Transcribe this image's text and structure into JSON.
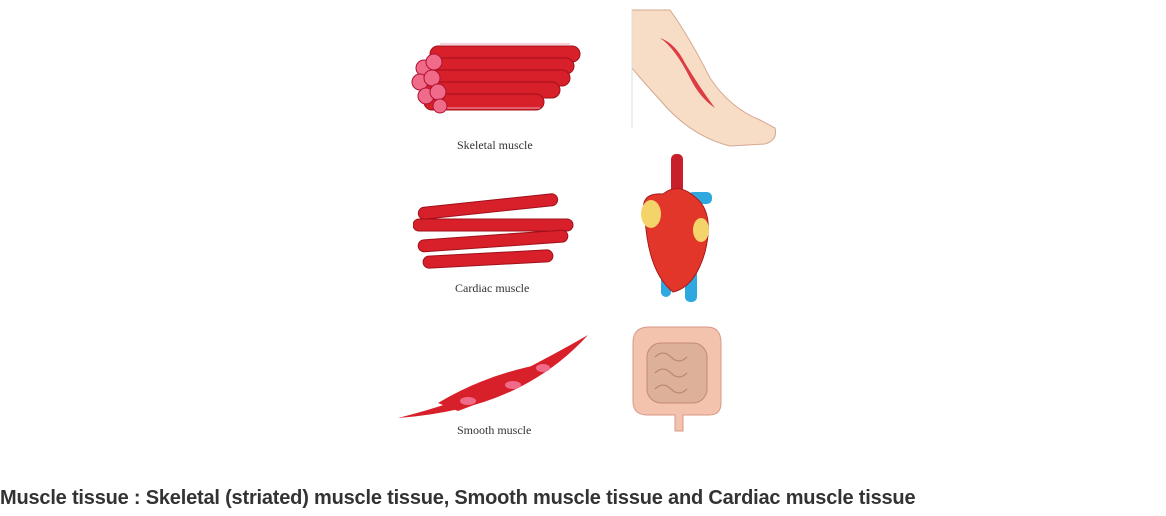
{
  "figure": {
    "panels": [
      {
        "label": "Skeletal muscle",
        "organ_icon": "arm-icon"
      },
      {
        "label": "Cardiac muscle",
        "organ_icon": "heart-icon"
      },
      {
        "label": "Smooth muscle",
        "organ_icon": "intestine-icon"
      }
    ]
  },
  "caption": "Muscle tissue : Skeletal (striated) muscle tissue, Smooth muscle tissue and Cardiac muscle tissue",
  "colors": {
    "muscle": "#d8202a",
    "muscle_pink": "#f06a8a",
    "skin": "#f7dcc6",
    "vein": "#2fa8e0",
    "fat": "#f4d46a"
  }
}
